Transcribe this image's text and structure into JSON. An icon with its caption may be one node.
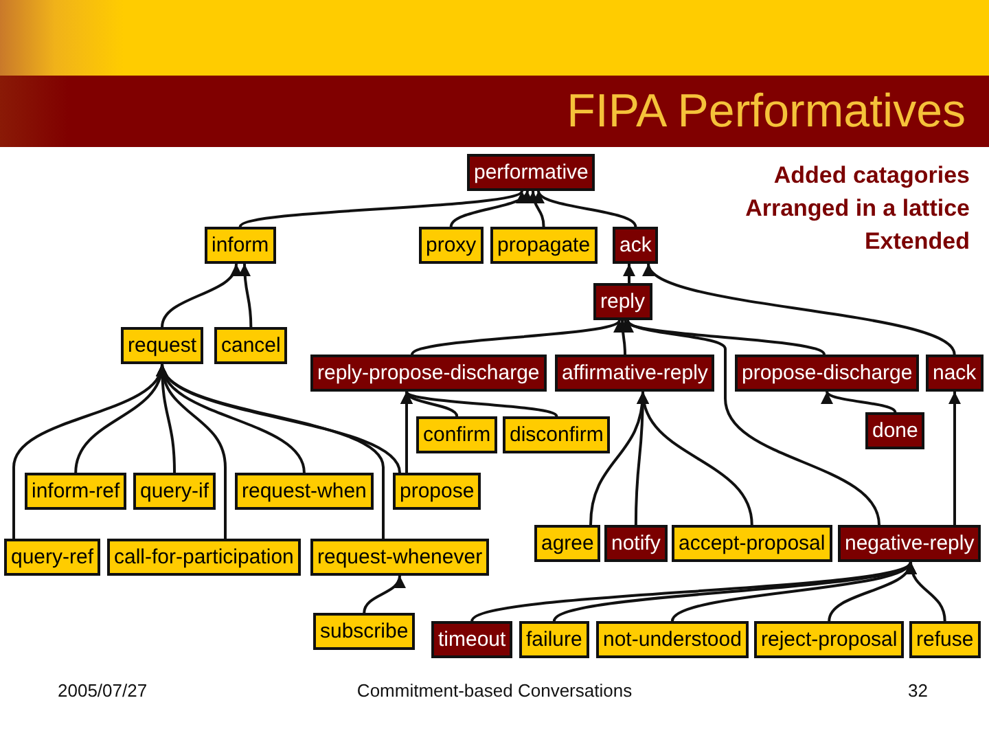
{
  "diagram": {
    "title": "FIPA Performatives",
    "nodes": [
      {
        "text": [
          "performative"
        ]
      },
      {
        "text": [
          "inform"
        ]
      },
      {
        "text": [
          "proxy"
        ]
      },
      {
        "text": [
          "propagate"
        ]
      },
      {
        "text": [
          "ack"
        ]
      },
      {
        "text": [
          "reply"
        ]
      },
      {
        "text": [
          "request"
        ]
      },
      {
        "text": [
          "cancel"
        ]
      },
      {
        "text": [
          "reply-propose-discharge"
        ]
      },
      {
        "text": [
          "affirmative-reply"
        ]
      },
      {
        "text": [
          "propose-discharge"
        ]
      },
      {
        "text": [
          "nack"
        ]
      },
      {
        "text": [
          "confirm"
        ]
      },
      {
        "text": [
          "disconfirm"
        ]
      },
      {
        "text": [
          "done"
        ]
      },
      {
        "text": [
          "inform-ref"
        ]
      },
      {
        "text": [
          "query-if"
        ]
      },
      {
        "text": [
          "request-when"
        ]
      },
      {
        "text": [
          "propose"
        ]
      },
      {
        "text": [
          "query-ref"
        ]
      },
      {
        "text": [
          "call-for-participation"
        ]
      },
      {
        "text": [
          "request-whenever"
        ]
      },
      {
        "text": [
          "agree"
        ]
      },
      {
        "text": [
          "notify"
        ]
      },
      {
        "text": [
          "accept-proposal"
        ]
      },
      {
        "text": [
          "negative-reply"
        ]
      },
      {
        "text": [
          "subscribe"
        ]
      },
      {
        "text": [
          "timeout"
        ]
      },
      {
        "text": [
          "failure"
        ]
      },
      {
        "text": [
          "not-understood"
        ]
      },
      {
        "text": [
          "reject-proposal"
        ]
      },
      {
        "text": [
          "refuse"
        ]
      }
    ],
    "edges": [
      {
        "from": 1,
        "to": 0,
        "arrow": "to"
      },
      {
        "from": 2,
        "to": 0,
        "arrow": "to"
      },
      {
        "from": 3,
        "to": 0,
        "arrow": "to"
      },
      {
        "from": 4,
        "to": 0,
        "arrow": "to"
      },
      {
        "from": 5,
        "to": 4,
        "arrow": "to"
      },
      {
        "from": 11,
        "to": 4,
        "arrow": "to"
      },
      {
        "from": 6,
        "to": 1,
        "arrow": "to"
      },
      {
        "from": 7,
        "to": 1,
        "arrow": "to"
      },
      {
        "from": 8,
        "to": 5,
        "arrow": "to"
      },
      {
        "from": 9,
        "to": 5,
        "arrow": "to"
      },
      {
        "from": 10,
        "to": 5,
        "arrow": "to"
      },
      {
        "from": 25,
        "to": 5,
        "arrow": "to"
      },
      {
        "from": 14,
        "to": 10,
        "arrow": "to"
      },
      {
        "from": 12,
        "to": 8,
        "arrow": "to"
      },
      {
        "from": 13,
        "to": 8,
        "arrow": "to"
      },
      {
        "from": 18,
        "to": 8,
        "arrow": "to"
      },
      {
        "from": 15,
        "to": 6,
        "arrow": "to"
      },
      {
        "from": 19,
        "to": 6,
        "arrow": "to"
      },
      {
        "from": 16,
        "to": 6,
        "arrow": "to"
      },
      {
        "from": 20,
        "to": 6,
        "arrow": "to"
      },
      {
        "from": 17,
        "to": 6,
        "arrow": "to"
      },
      {
        "from": 21,
        "to": 6,
        "arrow": "to"
      },
      {
        "from": 18,
        "to": 6,
        "arrow": "to"
      },
      {
        "from": 26,
        "to": 21,
        "arrow": "to"
      },
      {
        "from": 22,
        "to": 9,
        "arrow": "to"
      },
      {
        "from": 23,
        "to": 9,
        "arrow": "to"
      },
      {
        "from": 24,
        "to": 9,
        "arrow": "to"
      },
      {
        "from": 25,
        "to": 11,
        "arrow": "to"
      },
      {
        "from": 27,
        "to": 25,
        "arrow": "to"
      },
      {
        "from": 28,
        "to": 25,
        "arrow": "to"
      },
      {
        "from": 29,
        "to": 25,
        "arrow": "to"
      },
      {
        "from": 30,
        "to": 25,
        "arrow": "to"
      },
      {
        "from": 31,
        "to": 25,
        "arrow": "to"
      }
    ],
    "labels": [
      "Added catagories",
      "Arranged in a lattice",
      "Extended",
      "2005/07/27",
      "Commitment-based Conversations",
      "32"
    ]
  }
}
